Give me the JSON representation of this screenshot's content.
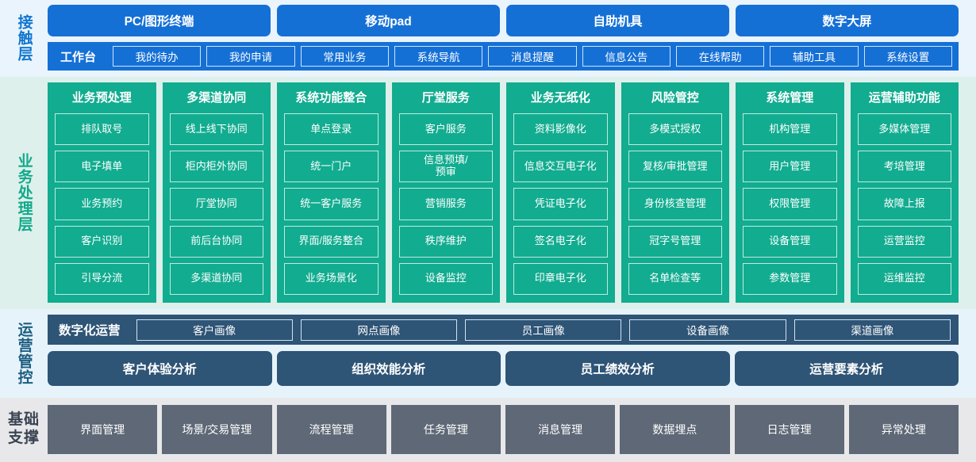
{
  "contact_layer": {
    "label": "接触层",
    "label_color": "#1177d1",
    "background": "#eaf4fc",
    "accent": "#1570d6",
    "channels": [
      {
        "label": "PC/图形终端"
      },
      {
        "label": "移动pad"
      },
      {
        "label": "自助机具"
      },
      {
        "label": "数字大屏"
      }
    ],
    "workbench": {
      "title": "工作台",
      "items": [
        {
          "label": "我的待办"
        },
        {
          "label": "我的申请"
        },
        {
          "label": "常用业务"
        },
        {
          "label": "系统导航"
        },
        {
          "label": "消息提醒"
        },
        {
          "label": "信息公告"
        },
        {
          "label": "在线帮助"
        },
        {
          "label": "辅助工具"
        },
        {
          "label": "系统设置"
        }
      ]
    }
  },
  "business_layer": {
    "label": "业务处理层",
    "label_color": "#12a98b",
    "background": "#def0eb",
    "accent": "#12ac90",
    "columns": [
      {
        "title": "业务预处理",
        "items": [
          {
            "label": "排队取号"
          },
          {
            "label": "电子填单"
          },
          {
            "label": "业务预约"
          },
          {
            "label": "客户识别"
          },
          {
            "label": "引导分流"
          }
        ]
      },
      {
        "title": "多渠道协同",
        "items": [
          {
            "label": "线上线下协同"
          },
          {
            "label": "柜内柜外协同"
          },
          {
            "label": "厅堂协同"
          },
          {
            "label": "前后台协同"
          },
          {
            "label": "多渠道协同"
          }
        ]
      },
      {
        "title": "系统功能整合",
        "items": [
          {
            "label": "单点登录"
          },
          {
            "label": "统一门户"
          },
          {
            "label": "统一客户服务"
          },
          {
            "label": "界面/服务整合"
          },
          {
            "label": "业务场景化"
          }
        ]
      },
      {
        "title": "厅堂服务",
        "items": [
          {
            "label": "客户服务"
          },
          {
            "label": "信息预填/\n预审"
          },
          {
            "label": "营销服务"
          },
          {
            "label": "秩序维护"
          },
          {
            "label": "设备监控"
          }
        ]
      },
      {
        "title": "业务无纸化",
        "items": [
          {
            "label": "资料影像化"
          },
          {
            "label": "信息交互电子化"
          },
          {
            "label": "凭证电子化"
          },
          {
            "label": "签名电子化"
          },
          {
            "label": "印章电子化"
          }
        ]
      },
      {
        "title": "风险管控",
        "items": [
          {
            "label": "多模式授权"
          },
          {
            "label": "复核/审批管理"
          },
          {
            "label": "身份核查管理"
          },
          {
            "label": "冠字号管理"
          },
          {
            "label": "名单检查等"
          }
        ]
      },
      {
        "title": "系统管理",
        "items": [
          {
            "label": "机构管理"
          },
          {
            "label": "用户管理"
          },
          {
            "label": "权限管理"
          },
          {
            "label": "设备管理"
          },
          {
            "label": "参数管理"
          }
        ]
      },
      {
        "title": "运营辅助功能",
        "items": [
          {
            "label": "多媒体管理"
          },
          {
            "label": "考培管理"
          },
          {
            "label": "故障上报"
          },
          {
            "label": "运营监控"
          },
          {
            "label": "运维监控"
          }
        ]
      }
    ]
  },
  "ops_layer": {
    "label": "运营管控",
    "label_color": "#1c5e80",
    "background": "#e7f3fb",
    "accent": "#2e5476",
    "portrait_bar": {
      "title": "数字化运营",
      "items": [
        {
          "label": "客户画像"
        },
        {
          "label": "网点画像"
        },
        {
          "label": "员工画像"
        },
        {
          "label": "设备画像"
        },
        {
          "label": "渠道画像"
        }
      ]
    },
    "analysis_items": [
      {
        "label": "客户体验分析"
      },
      {
        "label": "组织效能分析"
      },
      {
        "label": "员工绩效分析"
      },
      {
        "label": "运营要素分析"
      }
    ]
  },
  "foundation_layer": {
    "label_line1": "基础",
    "label_line2": "支撑",
    "label_color": "#3a4352",
    "background": "#e8e8ea",
    "accent": "#5e6876",
    "items": [
      {
        "label": "界面管理"
      },
      {
        "label": "场景/交易管理"
      },
      {
        "label": "流程管理"
      },
      {
        "label": "任务管理"
      },
      {
        "label": "消息管理"
      },
      {
        "label": "数据埋点"
      },
      {
        "label": "日志管理"
      },
      {
        "label": "异常处理"
      }
    ]
  }
}
